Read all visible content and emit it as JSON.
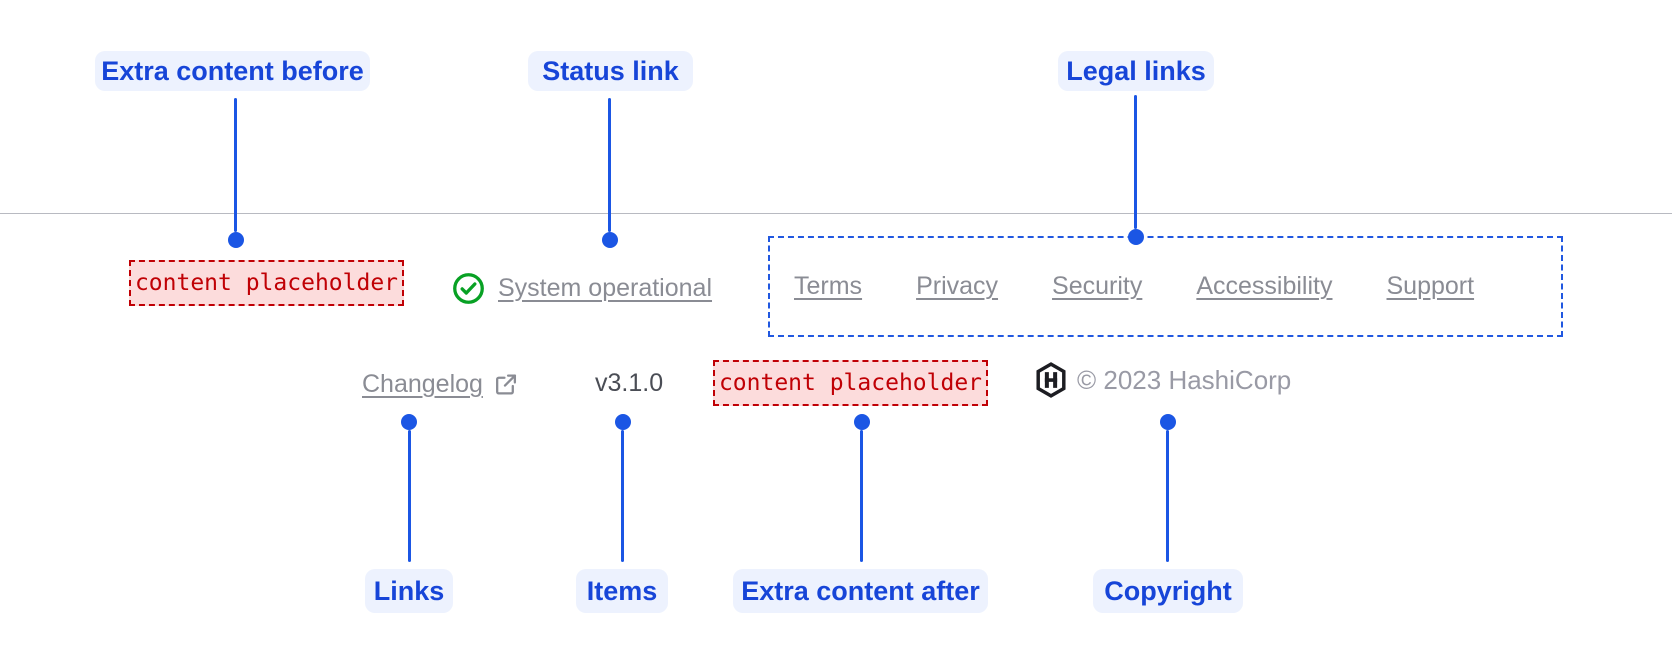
{
  "callouts": {
    "extra_content_before": "Extra content before",
    "status_link": "Status link",
    "legal_links": "Legal links",
    "links": "Links",
    "items": "Items",
    "extra_content_after": "Extra content after",
    "copyright": "Copyright"
  },
  "footer": {
    "extra_content_before": "content placeholder",
    "status": {
      "label": "System operational",
      "icon": "check-circle-icon"
    },
    "legal_links": [
      "Terms",
      "Privacy",
      "Security",
      "Accessibility",
      "Support"
    ],
    "links": {
      "changelog_label": "Changelog",
      "external_icon": "external-link-icon"
    },
    "version": "v3.1.0",
    "extra_content_after": "content placeholder",
    "copyright": {
      "logo": "hashicorp-logo",
      "text": "© 2023 HashiCorp"
    }
  },
  "colors": {
    "annotation_blue": "#1b56e4",
    "annotation_label_bg": "#edf2fe",
    "annotation_label_text": "#1745d8",
    "placeholder_red": "#c00005",
    "placeholder_bg": "#fcdcdc",
    "legal_outline_blue": "#2158e0",
    "link_gray": "#8a8c94",
    "version_gray": "#4a4d55",
    "copyright_gray": "#999aa5",
    "status_green": "#08a124",
    "divider_gray": "#b8bac1",
    "logo_dark": "#1c1d22"
  }
}
